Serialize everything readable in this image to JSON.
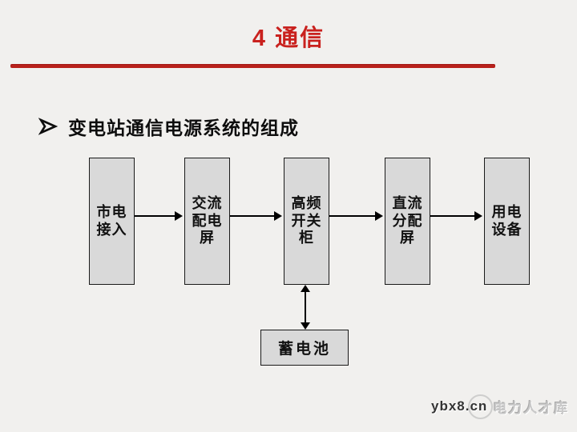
{
  "slide": {
    "background_color": "#f1f0ee"
  },
  "header": {
    "title": "4 通信",
    "title_color": "#c9211e",
    "divider_color": "#b8211b"
  },
  "section": {
    "bullet_icon": "arrowhead-right-outline",
    "heading": "变电站通信电源系统的组成"
  },
  "diagram": {
    "box_fill": "#d9d9d9",
    "box_border": "#1a1a1a",
    "arrow_color": "#000000",
    "boxes": [
      {
        "id": "mains-input",
        "label": "市电\n接入"
      },
      {
        "id": "ac-distribution-panel",
        "label": "交流\n配电\n屏"
      },
      {
        "id": "hf-switch-cabinet",
        "label": "高频\n开关\n柜"
      },
      {
        "id": "dc-distribution-panel",
        "label": "直流\n分配\n屏"
      },
      {
        "id": "power-equipment",
        "label": "用电\n设备"
      }
    ],
    "battery": {
      "id": "battery",
      "label": "蓄电池"
    },
    "connections": [
      {
        "from": "mains-input",
        "to": "ac-distribution-panel",
        "type": "arrow"
      },
      {
        "from": "ac-distribution-panel",
        "to": "hf-switch-cabinet",
        "type": "arrow"
      },
      {
        "from": "hf-switch-cabinet",
        "to": "dc-distribution-panel",
        "type": "arrow"
      },
      {
        "from": "dc-distribution-panel",
        "to": "power-equipment",
        "type": "arrow"
      },
      {
        "from": "hf-switch-cabinet",
        "to": "battery",
        "type": "double-arrow"
      }
    ]
  },
  "watermark": {
    "site": "ybx8.cn",
    "brand": "电力人才库"
  }
}
